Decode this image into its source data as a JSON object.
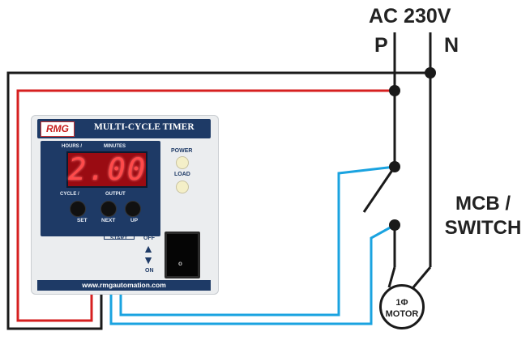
{
  "labels": {
    "supply": "AC 230V",
    "phase": "P",
    "neutral": "N",
    "switch_line1": "MCB /",
    "switch_line2": "SWITCH"
  },
  "motor": {
    "phase": "1Φ",
    "word": "MOTOR"
  },
  "timer": {
    "brand": "RMG",
    "title": "MULTI-CYCLE TIMER",
    "display_value": "2.00",
    "header_left": "HOURS /",
    "header_right": "MINUTES",
    "footer_left": "CYCLE /",
    "footer_right": "OUTPUT",
    "power_label": "POWER",
    "load_label": "LOAD",
    "buttons": {
      "set": "SET",
      "next": "NEXT",
      "up": "UP"
    },
    "start_label": "START",
    "off_label": "OFF",
    "on_label": "ON",
    "rocker_mark": "o",
    "website": "www.rmgautomation.com"
  },
  "colors": {
    "phase_wire": "#d62020",
    "control_wire": "#1aa3e0",
    "neutral_wire": "#1a1a1a",
    "panel_blue": "#1e3a66",
    "display_red": "#9a0b12"
  }
}
